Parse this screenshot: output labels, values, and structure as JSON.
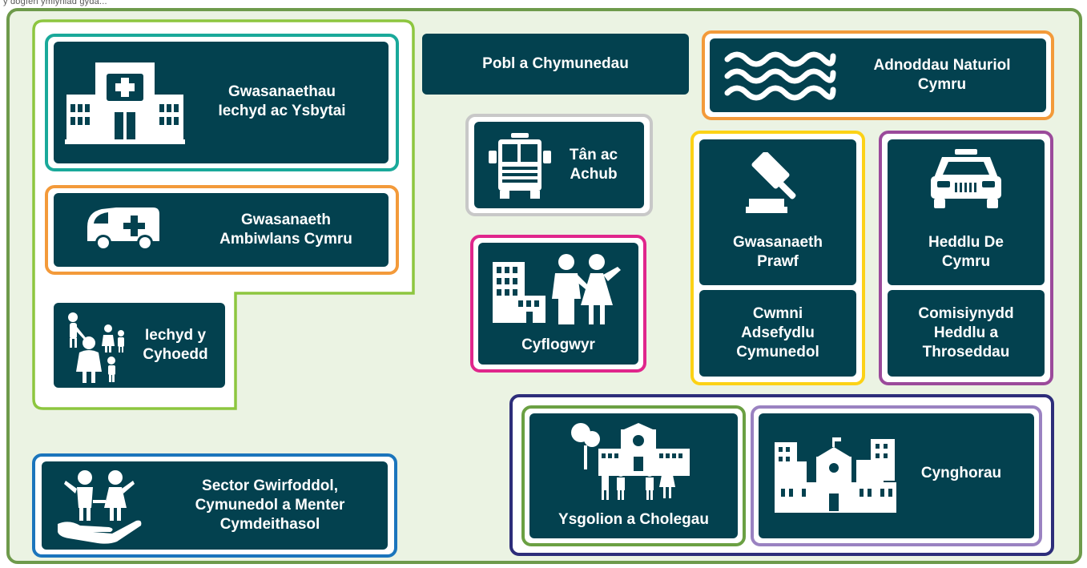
{
  "header_text": "y dogfen ymlyniad gyda...",
  "colors": {
    "card": "#03414f",
    "outer_frame": "#6e9a4b",
    "health_group": "#8dc63f",
    "teal": "#1aa99a",
    "orange": "#f39a3a",
    "grey": "#c8c8c8",
    "magenta": "#e0268c",
    "yellow": "#fcd216",
    "purple": "#9b4a9b",
    "navy": "#2d2d7a",
    "green": "#6ba043",
    "lilac": "#9a82c1",
    "blue": "#1b75bc"
  },
  "cards": {
    "hospitals": [
      "Gwasanaethau",
      "Iechyd ac Ysbytai"
    ],
    "ambulance": [
      "Gwasanaeth",
      "Ambiwlans Cymru"
    ],
    "public_health": [
      "Iechyd y",
      "Cyhoedd"
    ],
    "voluntary": [
      "Sector Gwirfoddol,",
      "Cymunedol a Menter",
      "Cymdeithasol"
    ],
    "people": [
      "Pobl a Chymunedau"
    ],
    "fire": [
      "Tân ac",
      "Achub"
    ],
    "employers": [
      "Cyflogwyr"
    ],
    "probation": [
      "Gwasanaeth",
      "Prawf"
    ],
    "crc": [
      "Cwmni",
      "Adsefydlu",
      "Cymunedol"
    ],
    "police": [
      "Heddlu De",
      "Cymru"
    ],
    "pcc": [
      "Comisiynydd",
      "Heddlu a",
      "Throseddau"
    ],
    "nrw": [
      "Adnoddau Naturiol",
      "Cymru"
    ],
    "schools": [
      "Ysgolion a Cholegau"
    ],
    "councils": [
      "Cynghorau"
    ]
  },
  "icons": [
    "hospital-icon",
    "ambulance-icon",
    "family-icon",
    "caring-hands-icon",
    "fire-engine-icon",
    "employer-icon",
    "gavel-icon",
    "police-car-icon",
    "waves-icon",
    "school-icon",
    "council-icon"
  ]
}
